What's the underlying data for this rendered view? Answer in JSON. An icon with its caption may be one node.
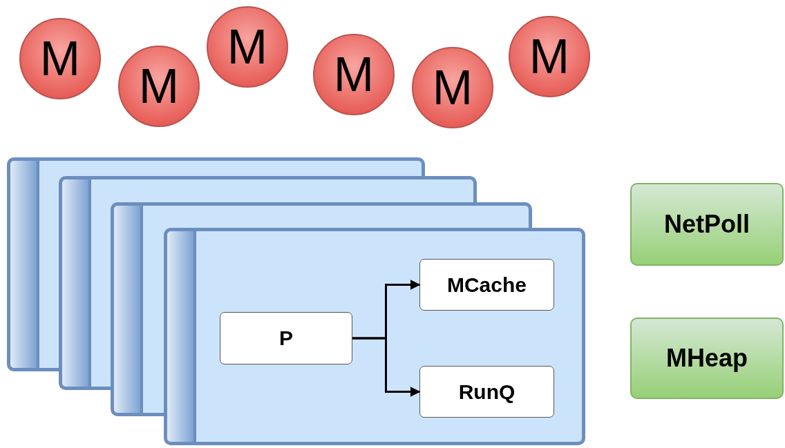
{
  "diagram": {
    "nodes": [
      {
        "text": [
          "M"
        ]
      },
      {
        "text": [
          "M"
        ]
      },
      {
        "text": [
          "M"
        ]
      },
      {
        "text": [
          "M"
        ]
      },
      {
        "text": [
          "M"
        ]
      },
      {
        "text": [
          "M"
        ]
      },
      {
        "text": [],
        "shape": "box"
      },
      {
        "text": [
          "P"
        ],
        "in": 6
      },
      {
        "text": [
          "MCache"
        ],
        "in": 6
      },
      {
        "text": [
          "RunQ"
        ],
        "in": 6
      },
      {
        "text": [
          "NetPoll"
        ]
      },
      {
        "text": [
          "MHeap"
        ]
      }
    ],
    "edges": [
      {
        "from": 7,
        "to": 8,
        "arrow": "to"
      },
      {
        "from": 7,
        "to": 9,
        "arrow": "to"
      }
    ]
  }
}
